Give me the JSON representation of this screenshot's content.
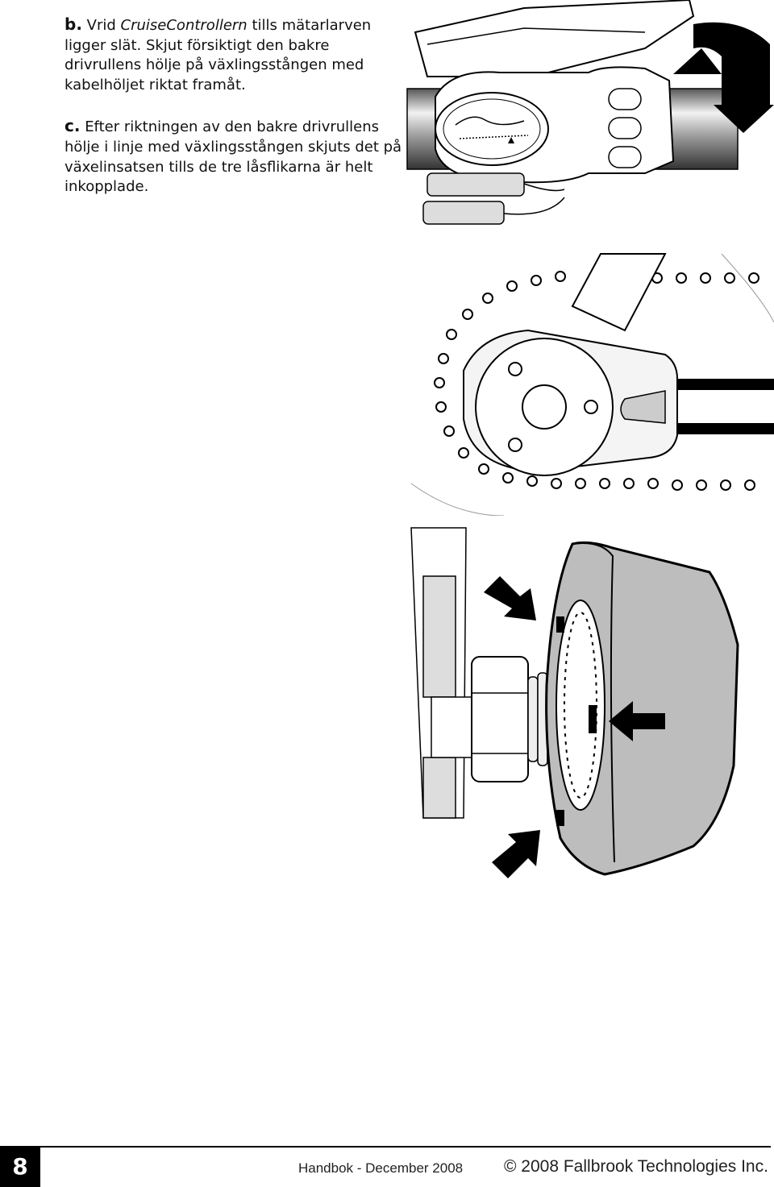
{
  "step_b": {
    "label": "b.",
    "prefix": "Vrid ",
    "product": "CruiseControllern",
    "text": " tills mätarlarven ligger slät. Skjut försiktigt den bakre drivrullens hölje på växlingsstången med kabelhöljet riktat framåt."
  },
  "step_c": {
    "label": "c.",
    "text": "Efter riktningen av den bakre drivrullens hölje i linje med växlingsstången skjuts det på växelinsatsen tills de tre låsflikarna är helt inkopplade."
  },
  "footer": {
    "page_number": "8",
    "handbook": "Handbok - December 2008",
    "copyright": "© 2008 Fallbrook Technologies Inc."
  }
}
